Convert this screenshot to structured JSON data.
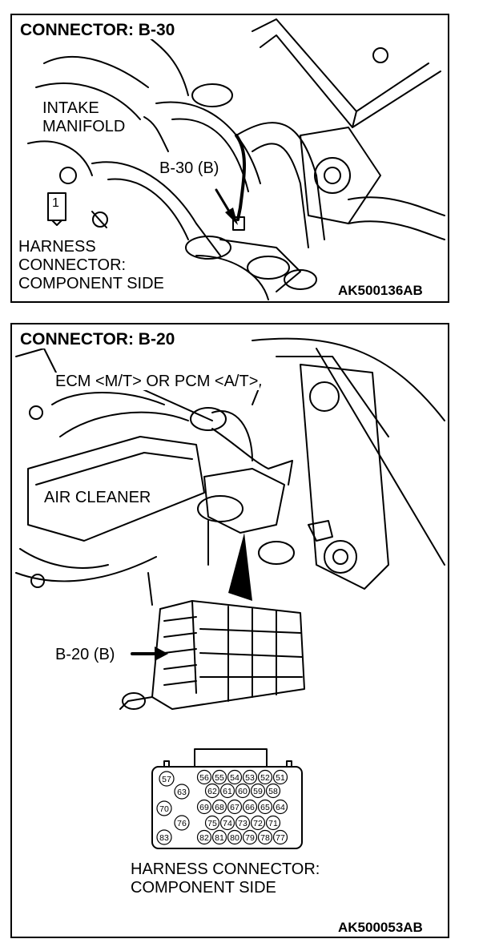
{
  "panel1": {
    "title": "CONNECTOR: B-30",
    "intake_line1": "INTAKE",
    "intake_line2": "MANIFOLD",
    "connector_ref": "B-30 (B)",
    "pin_number": "1",
    "harness_line1": "HARNESS",
    "harness_line2": "CONNECTOR:",
    "harness_line3": "COMPONENT SIDE",
    "figure_code": "AK500136AB"
  },
  "panel2": {
    "title": "CONNECTOR: B-20",
    "ecm_label": "ECM <M/T> OR PCM <A/T>",
    "air_cleaner": "AIR CLEANER",
    "connector_ref": "B-20 (B)",
    "pins": {
      "row1": [
        "57",
        "56",
        "55",
        "54",
        "53",
        "52",
        "51"
      ],
      "row2": [
        "63",
        "62",
        "61",
        "60",
        "59",
        "58"
      ],
      "row3": [
        "70",
        "69",
        "68",
        "67",
        "66",
        "65",
        "64"
      ],
      "row4": [
        "76",
        "75",
        "74",
        "73",
        "72",
        "71"
      ],
      "row5": [
        "83",
        "82",
        "81",
        "80",
        "79",
        "78",
        "77"
      ]
    },
    "harness_line1": "HARNESS CONNECTOR:",
    "harness_line2": "COMPONENT SIDE",
    "figure_code": "AK500053AB"
  }
}
